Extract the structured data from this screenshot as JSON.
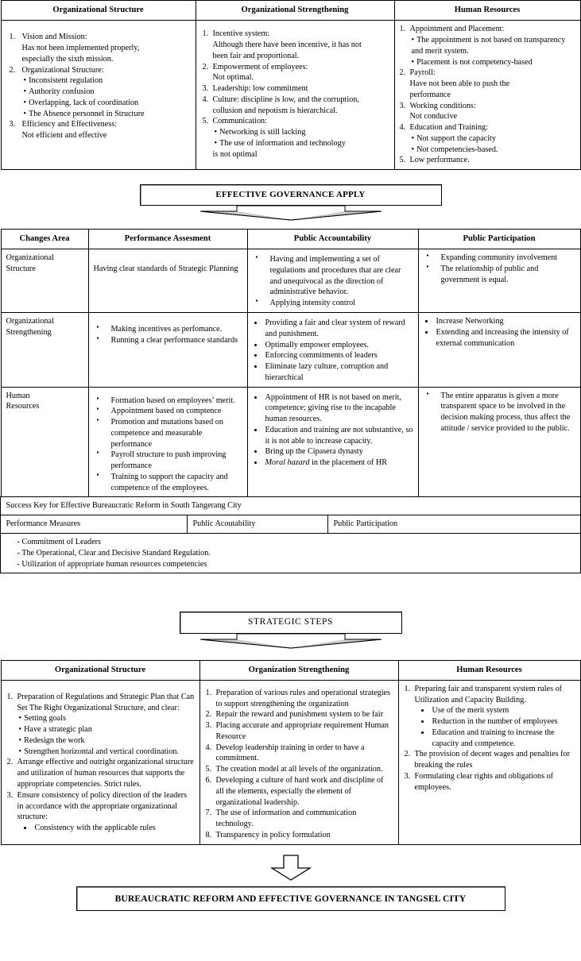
{
  "problems_table": {
    "headers": [
      "Organizational Structure",
      "Organizational Strengthening",
      "Human Resources"
    ],
    "org_structure": [
      {
        "n": "1.",
        "title": "Vision and Mission:",
        "lines": [
          "Has not been implemented  properly,",
          "especially the sixth mission."
        ],
        "bullets": []
      },
      {
        "n": "2.",
        "title": "Organizational Structure:",
        "lines": [],
        "bullets": [
          "Inconsistent regulation",
          "Authority confusion",
          "Overlapping, lack of coordination",
          "The Absence personnel   in Structure"
        ]
      },
      {
        "n": "3.",
        "title": "Efficiency and Effectiveness:",
        "lines": [
          "Not efficient and effective"
        ],
        "bullets": []
      }
    ],
    "org_strengthening": [
      {
        "n": "1.",
        "title": "Incentive system:",
        "lines": [
          "Although there have been incentive, it has not",
          "been fair and proportional."
        ],
        "bullets": []
      },
      {
        "n": "2.",
        "title": "Empowerment of employees:",
        "lines": [
          "Not optimal."
        ],
        "bullets": []
      },
      {
        "n": "3.",
        "title": "Leadership: low commitment",
        "lines": [],
        "bullets": []
      },
      {
        "n": "4.",
        "title": "Culture: discipline is low, and the corruption,",
        "lines": [
          "collusion and nepotism is hierarchical."
        ],
        "bullets": []
      },
      {
        "n": "5.",
        "title": "Communication:",
        "lines": [],
        "bullets": [
          "Networking is still lacking",
          "The use of information and technology"
        ],
        "tail": "is not optimal"
      }
    ],
    "human_resources": [
      {
        "n": "1.",
        "title": "Appointment and Placement:",
        "lines": [],
        "bullets": [
          "The appointment is not based on transparency and merit system.",
          "Placement is not competency-based"
        ]
      },
      {
        "n": "2.",
        "title": "Payroll:",
        "lines": [
          "Have not been able to push the",
          "performance"
        ],
        "bullets": []
      },
      {
        "n": "3.",
        "title": "Working conditions:",
        "lines": [
          "Not conducive"
        ],
        "bullets": []
      },
      {
        "n": "4.",
        "title": "Education and Training:",
        "lines": [],
        "bullets": [
          "Not support the capacity",
          "Not competencies-based."
        ]
      },
      {
        "n": "5.",
        "title": "Low performance.",
        "lines": [],
        "bullets": []
      }
    ]
  },
  "governance_banner": {
    "label": "EFFECTIVE GOVERNANCE APPLY"
  },
  "changes_table": {
    "headers": [
      "Changes Area",
      "Performance Assesment",
      "Public Accountability",
      "Public Participation"
    ],
    "rows": [
      {
        "area": "Organizational Structure",
        "performance_text": "Having clear standards of Strategic Planning",
        "performance_bullets": [],
        "accountability": [
          "Having and implementing  a set of regulations and procedures that are clear and unequivocal as the direction of administrative behavior.",
          "Applying intensity control"
        ],
        "participation": [
          "Expanding community involvement",
          "The relationship of public and government is equal."
        ]
      },
      {
        "area": "Organizational Strengthening",
        "performance_text": "",
        "performance_bullets": [
          "Making incentives as perfomance.",
          "Running a clear performance standards"
        ],
        "accountability": [
          "Providing a fair and clear system of reward and punishment.",
          "Optimally empower employees.",
          "Enforcing commitments of leaders",
          "Eliminate lazy culture, corruption and hierarchical"
        ],
        "participation": [
          "Increase Networking",
          "Extending and increasing the intensity of external communication"
        ]
      },
      {
        "area": "Human Resources",
        "performance_text": "",
        "performance_bullets": [
          "Formation based on employees’ merit.",
          "Appointment based on comptence",
          "Promotion and mutations based on competence and measurable performance",
          "Payroll structure to push improving performance",
          "Training to support the capacity and competence of the employees."
        ],
        "accountability": [
          "Appointment of HR is not based on merit, competence; giving rise to the incapable human resources.",
          "Education and training are not substantive, so it is not able to increase capacity.",
          "Bring up the Cipasera dynasty",
          "Moral hazard in the placement of HR"
        ],
        "participation": [
          "The entire apparatus is given a more transparent space to be involved in the decision making process, thus affect the attitude / service provided to the public."
        ]
      }
    ]
  },
  "success_key": {
    "title": "Success Key for Effective Bureaucratic Reform in South Tangerang City",
    "subheaders": [
      "Performance Measures",
      "Public Acoutability",
      "Public Participation"
    ],
    "items": [
      "- Commitment of Leaders",
      "- The Operational, Clear and Decisive Standard Regulation.",
      "- Utilization of appropriate human resources competencies"
    ]
  },
  "steps_banner": {
    "label": "STRATEGIC STEPS"
  },
  "steps_table": {
    "headers": [
      "Organizational Structure",
      "Organization Strengthening",
      "Human Resources"
    ],
    "org_structure": [
      {
        "n": "1.",
        "text": "Preparation of Regulations and Strategic Plan that Can Set The Right Organizational Structure, and clear:",
        "bullets": [
          "Setting goals",
          "Have a strategic plan",
          "Redesign the work",
          "Strengthen horizontal and vertical coordination."
        ]
      },
      {
        "n": "2.",
        "text": "Arrange effective and outright organizational structure and utilization  of human resources that supports the appropriate competencies. Strict rules.",
        "bullets": []
      },
      {
        "n": "3.",
        "text": "Ensure consistency of policy direction of the leaders in accordance with the appropriate organizational structure:",
        "round_bullets": [
          "Consistency with the applicable rules"
        ],
        "bullets": []
      }
    ],
    "org_strengthening": [
      {
        "n": "1.",
        "text": "Preparation of various rules and operational strategies to support strengthening the organization"
      },
      {
        "n": "2.",
        "text": "Repair the reward and punishment system to be fair"
      },
      {
        "n": "3.",
        "text": "Placing accurate and appropriate requirement Human Resource"
      },
      {
        "n": "4.",
        "text": "Develop leadership training in order to have a commitment."
      },
      {
        "n": "5.",
        "text": "The creation model at all levels of the organization."
      },
      {
        "n": "6.",
        "text": "Developing a culture of hard work and discipline of all the elements, especially the element of organizational leadership."
      },
      {
        "n": "7.",
        "text": "The use of information and communication technology."
      },
      {
        "n": "8.",
        "text": "Transparency in policy formulation"
      }
    ],
    "human_resources": [
      {
        "n": "1.",
        "text": "Preparing fair and transparent system rules of Utilization and Capacity Building.",
        "round_bullets": [
          "Use of the merit system",
          "Reduction in the number of employees",
          "Education and training to increase the capacity and competence."
        ]
      },
      {
        "n": "2.",
        "text": "The provision of decent wages and penalties for breaking the rules",
        "round_bullets": []
      },
      {
        "n": "3.",
        "text": "Formulating clear rights and obligations of employees.",
        "round_bullets": []
      }
    ]
  },
  "final_banner": {
    "label": "BUREAUCRATIC REFORM AND EFFECTIVE GOVERNANCE IN TANGSEL CITY"
  },
  "colors": {
    "line": "#000000",
    "shadow": "#9a9a9a",
    "background": "#ffffff"
  }
}
